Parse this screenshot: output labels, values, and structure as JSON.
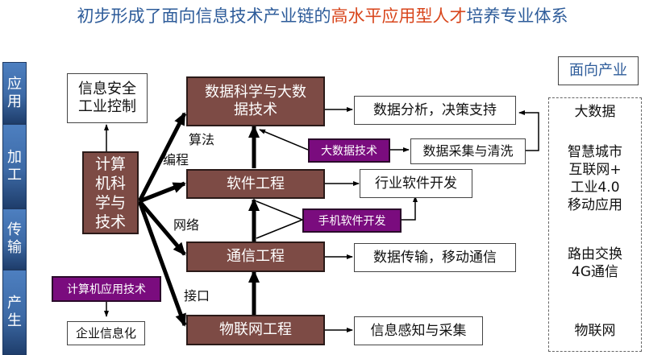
{
  "title": {
    "part1": "初步形成了面向信息技术产业链的",
    "highlight": "高水平应用型人才",
    "part2": "培养专业体系"
  },
  "colors": {
    "title_blue": "#2e5c9a",
    "title_highlight": "#d8461c",
    "major_box": "#7d4b45",
    "tech_box": "#7a0c7e",
    "side_bar": "#3d6aa6"
  },
  "side_bar": [
    {
      "label": "应用"
    },
    {
      "label": "加工"
    },
    {
      "label": "传输"
    },
    {
      "label": "产生"
    }
  ],
  "core": {
    "label": "计算机科学与技术"
  },
  "left_boxes": {
    "security": "信息安全工业控制",
    "app_tech": "计算机应用技术",
    "enterprise": "企业信息化"
  },
  "majors": [
    {
      "label": "数据科学与大数据技术",
      "output": "数据分析，决策支持"
    },
    {
      "label": "软件工程",
      "output": "行业软件开发"
    },
    {
      "label": "通信工程",
      "output": "数据传输，移动通信"
    },
    {
      "label": "物联网工程",
      "output": "信息感知与采集"
    }
  ],
  "tech_boxes": {
    "big_data": "大数据技术",
    "mobile_dev": "手机软件开发"
  },
  "data_collection": "数据采集与清洗",
  "edge_labels": {
    "algorithm": "算法",
    "programming": "编程",
    "network": "网络",
    "interface": "接口"
  },
  "industry": {
    "header": "面向产业",
    "items": [
      "大数据",
      "智慧城市",
      "互联网+",
      "工业4.0",
      "移动应用",
      "路由交换",
      "4G通信",
      "物联网"
    ]
  }
}
